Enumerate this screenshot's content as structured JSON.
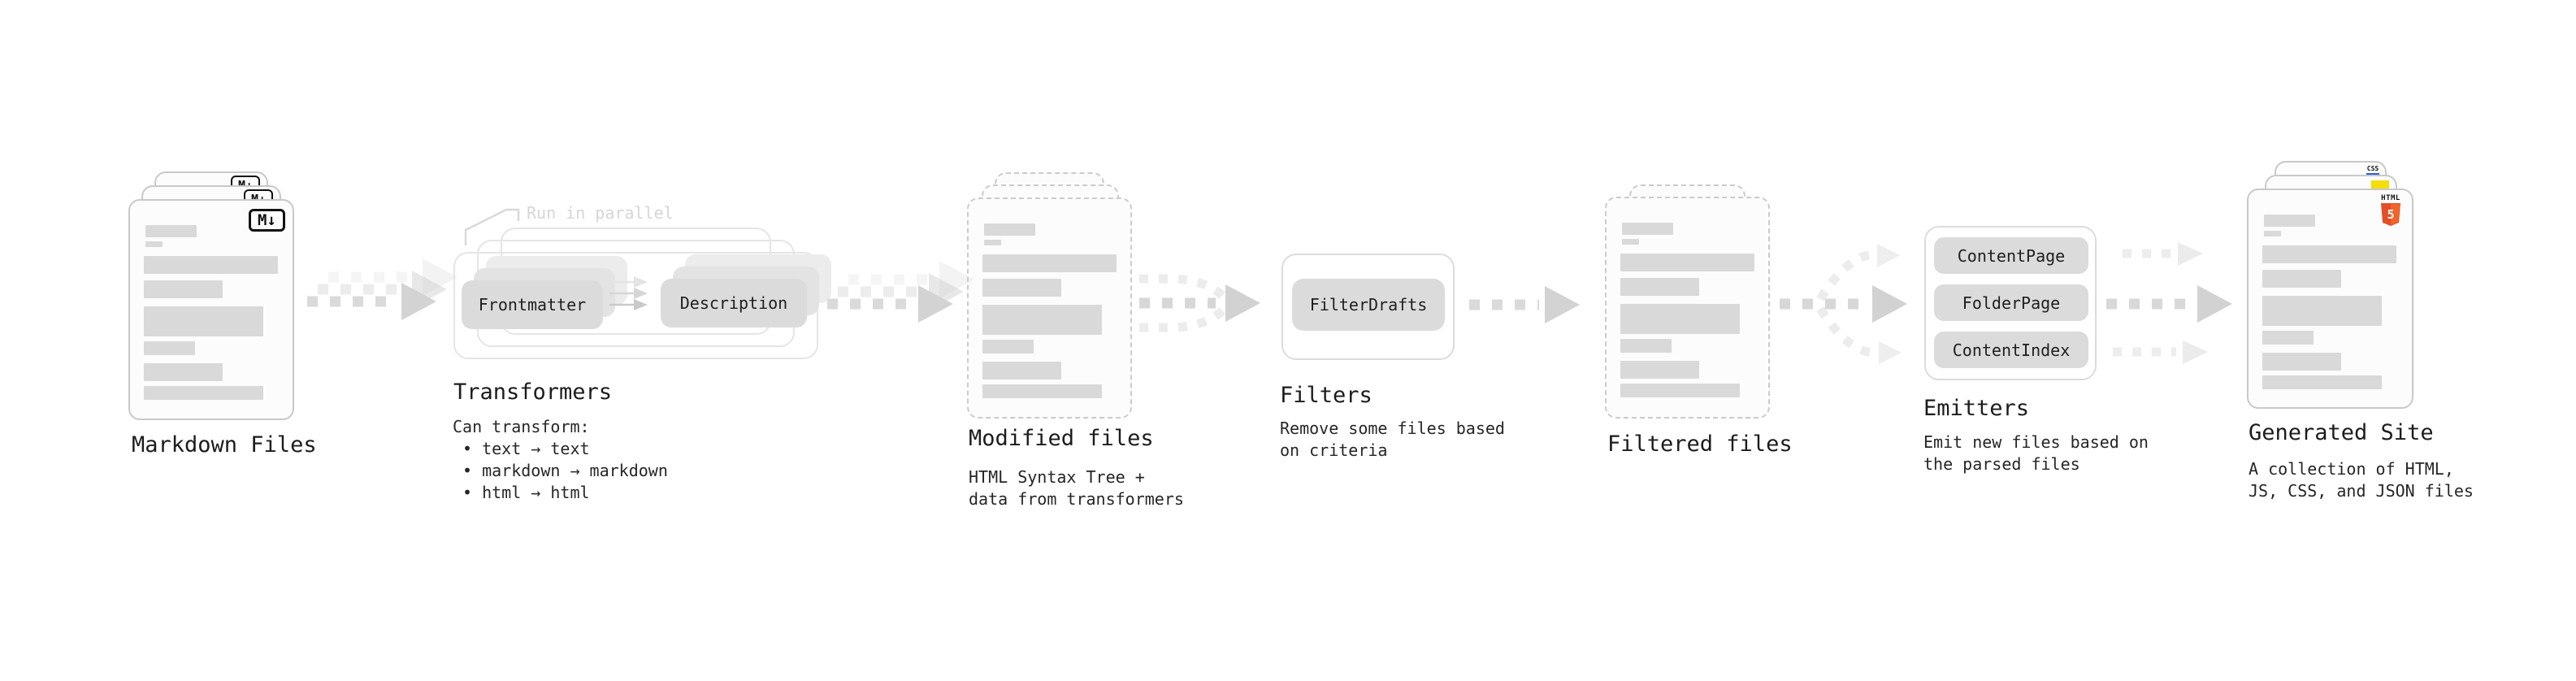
{
  "colors": {
    "bar_gray": "#d9d9d9",
    "pill_gray": "#dbdbdb",
    "arrow_gray": "#d8d8d8",
    "note_gray": "#d6d6d6",
    "markdown_icon_black": "#111111",
    "css_blue": "#2b5fe3",
    "js_yellow": "#f5dd0a",
    "html5_orange": "#e44d26",
    "html5_orange_light": "#f16529"
  },
  "stages": {
    "markdown": {
      "label": "Markdown Files",
      "icon": "M↓"
    },
    "transformers": {
      "label": "Transformers",
      "note": "Run in parallel",
      "pill_left": "Frontmatter",
      "pill_right": "Description",
      "desc_title": "Can transform:",
      "bullets": [
        "• text → text",
        "• markdown → markdown",
        "• html → html"
      ]
    },
    "modified": {
      "label": "Modified files",
      "desc_line1": "HTML Syntax Tree +",
      "desc_line2": "data from transformers"
    },
    "filters": {
      "label": "Filters",
      "pill": "FilterDrafts",
      "desc_line1": "Remove some files based",
      "desc_line2": "on criteria"
    },
    "filtered": {
      "label": "Filtered files"
    },
    "emitters": {
      "label": "Emitters",
      "pills": [
        "ContentPage",
        "FolderPage",
        "ContentIndex"
      ],
      "desc_line1": "Emit new files based on",
      "desc_line2": "the parsed files"
    },
    "generated": {
      "label": "Generated Site",
      "desc_line1": "A collection of HTML,",
      "desc_line2": "JS, CSS, and JSON files",
      "css_icon": "CSS",
      "html5_word": "HTML",
      "html5_number": "5"
    }
  }
}
